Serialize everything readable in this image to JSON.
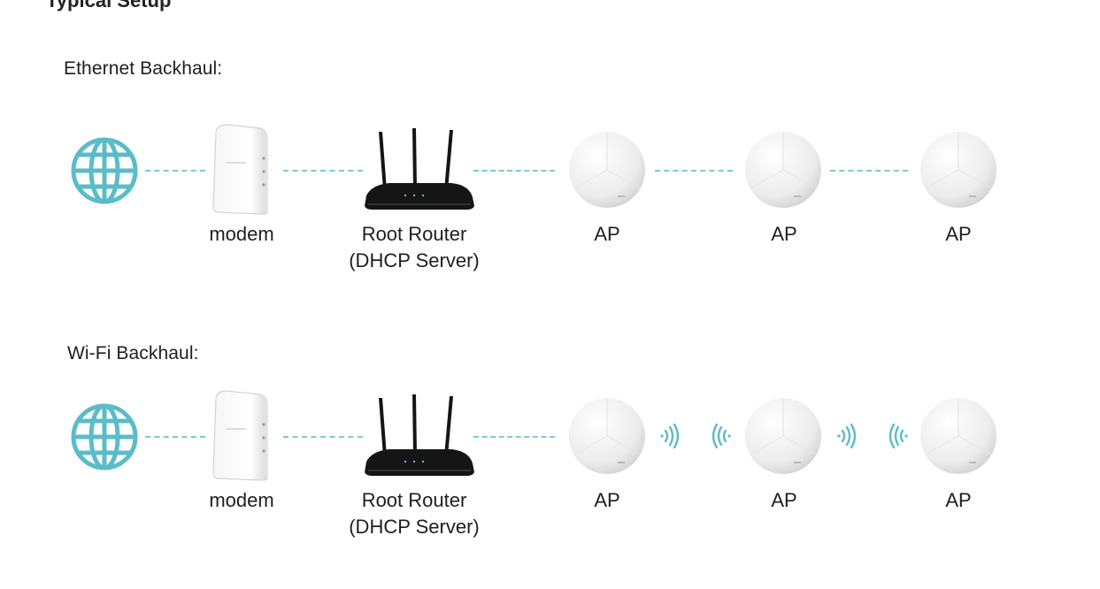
{
  "page_title": "Typical Setup",
  "sections": {
    "ethernet": {
      "title": "Ethernet Backhaul:",
      "labels": {
        "modem": "modem",
        "router_line1": "Root Router",
        "router_line2": "(DHCP Server)",
        "ap1": "AP",
        "ap2": "AP",
        "ap3": "AP"
      }
    },
    "wifi": {
      "title": "Wi-Fi Backhaul:",
      "labels": {
        "modem": "modem",
        "router_line1": "Root Router",
        "router_line2": "(DHCP Server)",
        "ap1": "AP",
        "ap2": "AP",
        "ap3": "AP"
      }
    }
  },
  "colors": {
    "accent": "#5bbcc9",
    "dash": "#7fc9d3",
    "text": "#1e1e1e"
  },
  "icons": [
    "globe-icon",
    "modem-icon",
    "router-icon",
    "access-point-icon",
    "wifi-signal-icon"
  ]
}
